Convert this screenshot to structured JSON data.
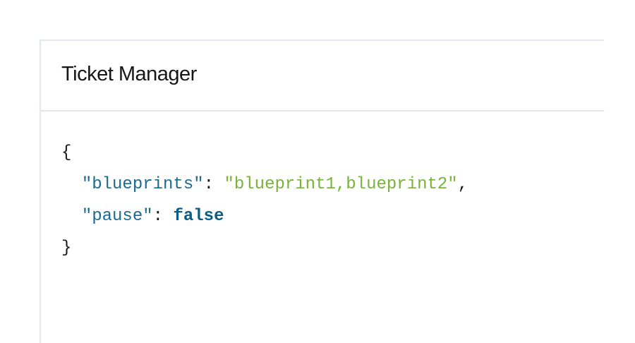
{
  "card": {
    "title": "Ticket Manager"
  },
  "code": {
    "open_brace": "{",
    "close_brace": "}",
    "entries": [
      {
        "key": "\"blueprints\"",
        "value": "\"blueprint1,blueprint2\"",
        "value_type": "string",
        "trailing": ","
      },
      {
        "key": "\"pause\"",
        "value": "false",
        "value_type": "boolean",
        "trailing": ""
      }
    ],
    "colors": {
      "key": "#1d6a8f",
      "string": "#79b33a",
      "boolean": "#0b5b85",
      "punctuation": "#1a1a1a"
    }
  }
}
